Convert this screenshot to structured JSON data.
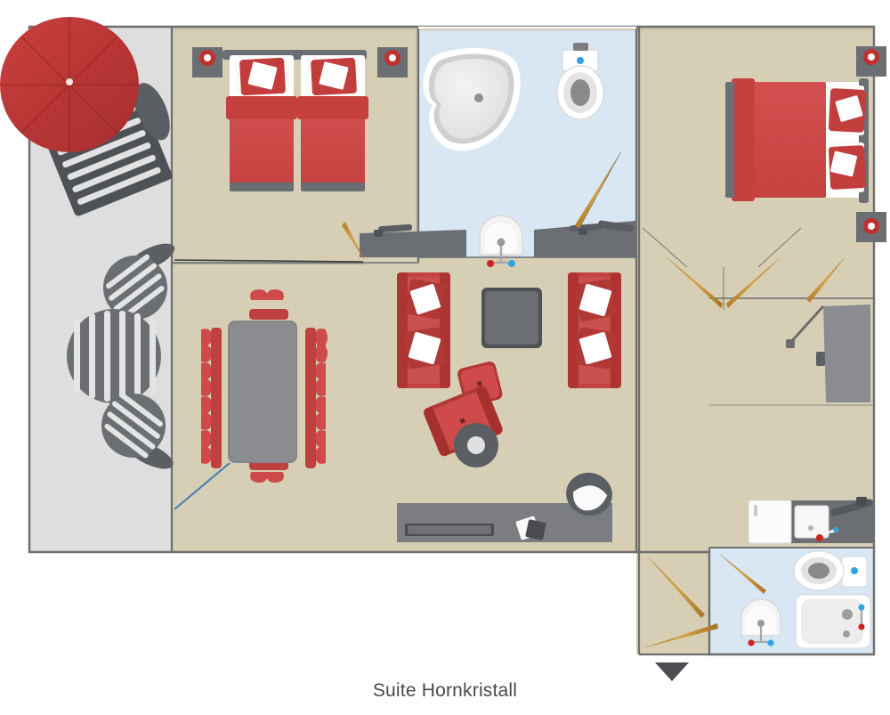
{
  "caption": {
    "label": "Suite Hornkristall",
    "marker_icon": "down-triangle-marker"
  },
  "palette": {
    "floor_beige": "#D7CFB5",
    "floor_beige_dark": "#CFC6A9",
    "terrace_grey": "#DEDEDE",
    "bath_blue": "#D9E7F4",
    "red": "#CF4A4A",
    "red_dark": "#A52F33",
    "red_light": "#DA5B57",
    "grey_dark": "#5B5B5F",
    "grey_mid": "#7E7E82",
    "grey_light": "#9A9A9E",
    "white": "#FFFFFF",
    "wall": "#6E6E6E",
    "door_wood": "#C08C3A",
    "tap_red": "#D02020",
    "tap_blue": "#2CA6E0",
    "porcelain": "#ECECEC",
    "caption_text": "#4A4A4A",
    "marker": "#4E4E52"
  },
  "plan": {
    "title": "Suite Hornkristall floor plan",
    "areas": [
      {
        "name": "terrace",
        "label": "Terrace",
        "floor": "terrace_grey"
      },
      {
        "name": "bedroom-twin",
        "label": "Twin Bedroom",
        "floor": "floor_beige"
      },
      {
        "name": "bathroom-main",
        "label": "Main Bathroom",
        "floor": "bath_blue"
      },
      {
        "name": "bedroom-double",
        "label": "Double Bedroom",
        "floor": "floor_beige"
      },
      {
        "name": "living-dining",
        "label": "Living and Dining Room",
        "floor": "floor_beige"
      },
      {
        "name": "hallway-right",
        "label": "Hallway",
        "floor": "floor_beige"
      },
      {
        "name": "bathroom-second",
        "label": "Second Bathroom",
        "floor": "bath_blue"
      }
    ],
    "furniture": [
      {
        "name": "parasol",
        "label": "Red Parasol",
        "area": "terrace",
        "count": 1
      },
      {
        "name": "sun-lounger",
        "label": "Sun Lounger",
        "area": "terrace",
        "count": 1
      },
      {
        "name": "terrace-table",
        "label": "Round Terrace Table",
        "area": "terrace",
        "count": 1
      },
      {
        "name": "terrace-chair",
        "label": "Round Terrace Chair",
        "area": "terrace",
        "count": 2
      },
      {
        "name": "single-bed",
        "label": "Single Bed",
        "area": "bedroom-twin",
        "count": 2
      },
      {
        "name": "nightstand",
        "label": "Nightstand with Lamp",
        "area": "bedroom-twin",
        "count": 2
      },
      {
        "name": "bathtub",
        "label": "Corner Bathtub",
        "area": "bathroom-main",
        "count": 1
      },
      {
        "name": "toilet",
        "label": "Toilet",
        "area": "bathroom-main",
        "count": 1
      },
      {
        "name": "washbasin",
        "label": "Washbasin",
        "area": "bathroom-main",
        "count": 1
      },
      {
        "name": "vanity-counter",
        "label": "Vanity Counter",
        "area": "bathroom-main",
        "count": 2
      },
      {
        "name": "double-bed",
        "label": "Double Bed",
        "area": "bedroom-double",
        "count": 1
      },
      {
        "name": "nightstand",
        "label": "Nightstand with Lamp",
        "area": "bedroom-double",
        "count": 2
      },
      {
        "name": "dining-table",
        "label": "Dining Table",
        "area": "living-dining",
        "count": 1
      },
      {
        "name": "dining-chair",
        "label": "Dining Chair",
        "area": "living-dining",
        "count": 10
      },
      {
        "name": "sofa",
        "label": "Three-seat Sofa",
        "area": "living-dining",
        "count": 2
      },
      {
        "name": "coffee-table",
        "label": "Square Coffee Table",
        "area": "living-dining",
        "count": 1
      },
      {
        "name": "armchair",
        "label": "Armchair",
        "area": "living-dining",
        "count": 1
      },
      {
        "name": "ottoman",
        "label": "Ottoman",
        "area": "living-dining",
        "count": 1
      },
      {
        "name": "side-table",
        "label": "Round Side Table",
        "area": "living-dining",
        "count": 1
      },
      {
        "name": "sideboard",
        "label": "Sideboard with Television",
        "area": "living-dining",
        "count": 1
      },
      {
        "name": "desk-chair",
        "label": "Chair",
        "area": "living-dining",
        "count": 1
      },
      {
        "name": "wardrobe",
        "label": "Wardrobe",
        "area": "hallway-right",
        "count": 1
      },
      {
        "name": "kitchenette",
        "label": "Kitchenette Counter with Sink",
        "area": "hallway-right",
        "count": 1
      },
      {
        "name": "fridge",
        "label": "Refrigerator",
        "area": "hallway-right",
        "count": 1
      },
      {
        "name": "toilet",
        "label": "Toilet",
        "area": "bathroom-second",
        "count": 1
      },
      {
        "name": "shower-tray",
        "label": "Shower Tray",
        "area": "bathroom-second",
        "count": 1
      },
      {
        "name": "washbasin",
        "label": "Washbasin",
        "area": "bathroom-second",
        "count": 1
      }
    ],
    "doors": [
      {
        "name": "door-bedroom-twin",
        "label": "Door to Twin Bedroom"
      },
      {
        "name": "door-bathroom-main",
        "label": "Door to Main Bathroom"
      },
      {
        "name": "door-hall-double-left",
        "label": "Double Door Left Leaf"
      },
      {
        "name": "door-hall-double-right",
        "label": "Double Door Right Leaf"
      },
      {
        "name": "door-bedroom-double",
        "label": "Door to Double Bedroom"
      },
      {
        "name": "door-hall-lower",
        "label": "Hallway Door"
      },
      {
        "name": "door-bathroom-second",
        "label": "Door to Second Bathroom"
      },
      {
        "name": "door-terrace",
        "label": "Terrace Door"
      }
    ]
  }
}
